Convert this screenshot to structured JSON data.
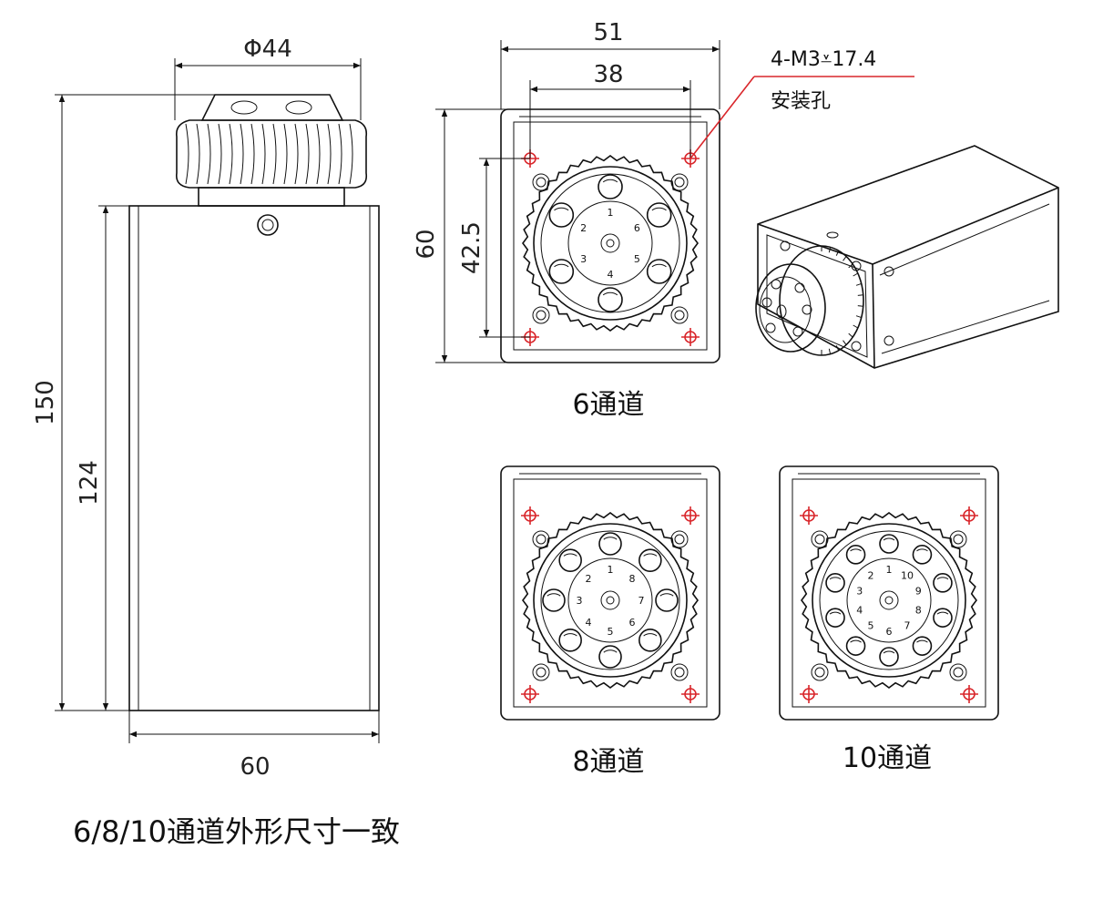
{
  "side_view": {
    "dim_knob_diameter": "Φ44",
    "dim_total_height": "150",
    "dim_body_height": "124",
    "dim_width": "60"
  },
  "front_view": {
    "dim_outer_width": "51",
    "dim_hole_spacing_x": "38",
    "dim_height": "60",
    "dim_hole_spacing_y": "42.5",
    "callout_spec": "4-M3⩡17.4",
    "callout_label": "安装孔",
    "caption": "6通道",
    "dial_numbers": [
      "1",
      "6",
      "5",
      "4",
      "3",
      "2"
    ]
  },
  "view_8ch": {
    "caption": "8通道",
    "dial_numbers": [
      "1",
      "8",
      "7",
      "6",
      "5",
      "4",
      "3",
      "2"
    ]
  },
  "view_10ch": {
    "caption": "10通道",
    "dial_numbers": [
      "1",
      "10",
      "9",
      "8",
      "7",
      "6",
      "5",
      "4",
      "3",
      "2"
    ]
  },
  "footer_note": "6/8/10通道外形尺寸一致",
  "colors": {
    "line": "#111111",
    "accent": "#d9262b"
  }
}
